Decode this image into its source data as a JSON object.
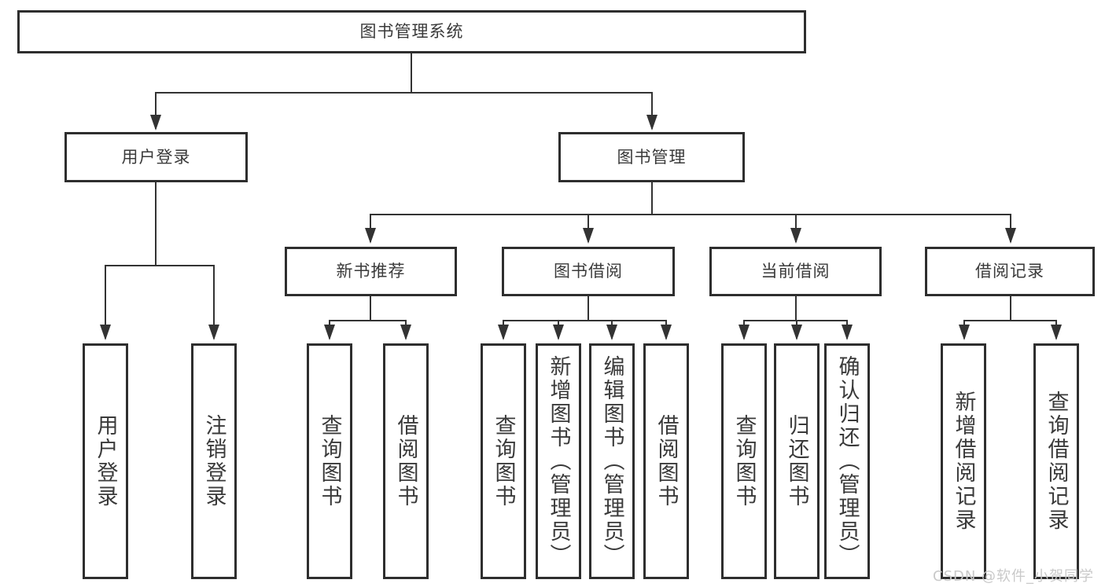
{
  "diagram": {
    "title": "图书管理系统",
    "login_branch": {
      "label": "用户登录",
      "children": [
        {
          "label": "用户登录"
        },
        {
          "label": "注销登录"
        }
      ]
    },
    "management_branch": {
      "label": "图书管理",
      "sections": [
        {
          "label": "新书推荐",
          "children": [
            {
              "label": "查询图书"
            },
            {
              "label": "借阅图书"
            }
          ]
        },
        {
          "label": "图书借阅",
          "children": [
            {
              "label": "查询图书"
            },
            {
              "label": "新增图书（管理员）"
            },
            {
              "label": "编辑图书（管理员）"
            },
            {
              "label": "借阅图书"
            }
          ]
        },
        {
          "label": "当前借阅",
          "children": [
            {
              "label": "查询图书"
            },
            {
              "label": "归还图书"
            },
            {
              "label": "确认归还（管理员）"
            }
          ]
        },
        {
          "label": "借阅记录",
          "children": [
            {
              "label": "新增借阅记录"
            },
            {
              "label": "查询借阅记录"
            }
          ]
        }
      ]
    },
    "watermark": "CSDN @软件_小贺同学",
    "colors": {
      "line": "#333333",
      "border": "#2e2e2e",
      "text": "#3a3a3a",
      "watermark": "#c9c9c9",
      "background": "#ffffff"
    }
  }
}
